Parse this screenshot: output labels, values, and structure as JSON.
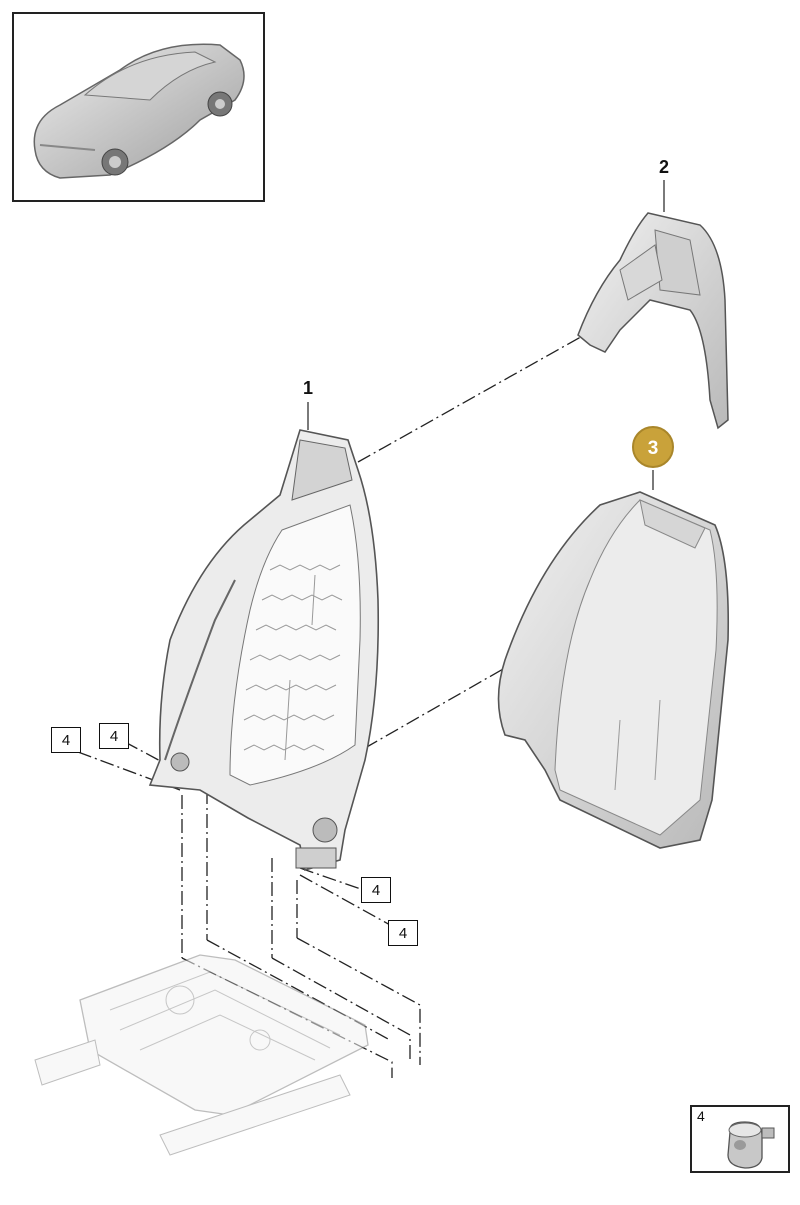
{
  "callouts": {
    "backrest_frame": "1",
    "upper_trim": "2",
    "back_shell": "3",
    "fastener": "4"
  },
  "colors": {
    "highlight": "#c9a23a",
    "part_fill": "#e4e4e4",
    "part_stroke": "#555555",
    "line": "#222222"
  },
  "inset_legend": {
    "part_number": "4"
  }
}
